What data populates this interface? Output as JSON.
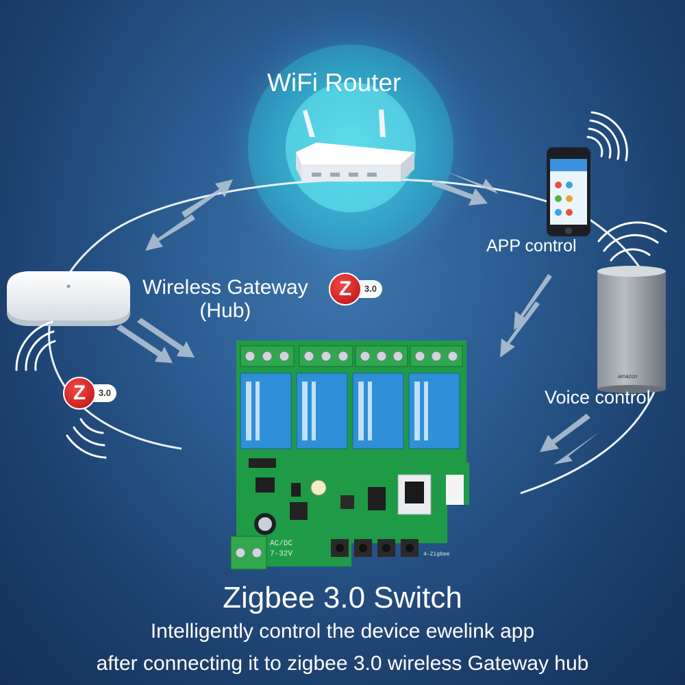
{
  "labels": {
    "router": "WiFi Router",
    "app": "APP control",
    "voice": "Voice control",
    "gateway_line1": "Wireless Gateway",
    "gateway_line2": "(Hub)"
  },
  "badge": {
    "letter": "Z",
    "version": "3.0"
  },
  "board": {
    "power_label_1": "AC/DC",
    "power_label_2": "7-32V",
    "model": "4-Zigbee"
  },
  "caption": {
    "title": "Zigbee 3.0 Switch",
    "line1": "Intelligently control the device ewelink app",
    "line2": "after connecting it to zigbee 3.0 wireless Gateway hub"
  },
  "colors": {
    "background": "#2c5d93",
    "router_glow": "#3fe0f2",
    "pcb_green": "#1f9b47",
    "relay_blue": "#2f8fd8",
    "terminal_green": "#31a84e",
    "zigbee_red": "#d8221f"
  }
}
